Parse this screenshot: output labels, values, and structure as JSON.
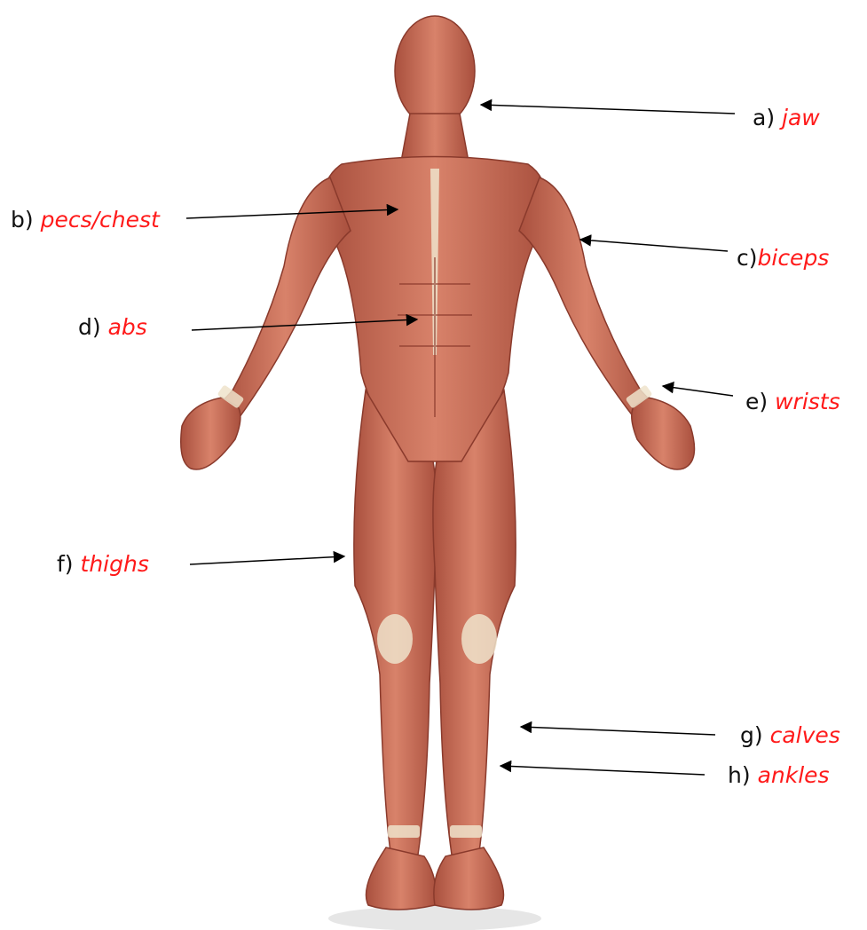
{
  "colors": {
    "answer": "#ff1a1a",
    "letter": "#111111",
    "muscle": "#c9705a",
    "tendon": "#efe3cc"
  },
  "labels": [
    {
      "letter": "a)",
      "answer": "jaw"
    },
    {
      "letter": "b)",
      "answer": "pecs/chest"
    },
    {
      "letter": "c)",
      "answer": "biceps"
    },
    {
      "letter": "d)",
      "answer": "abs"
    },
    {
      "letter": "e)",
      "answer": "wrists"
    },
    {
      "letter": "f)",
      "answer": "thighs"
    },
    {
      "letter": "g)",
      "answer": "calves"
    },
    {
      "letter": "h)",
      "answer": "ankles"
    }
  ]
}
